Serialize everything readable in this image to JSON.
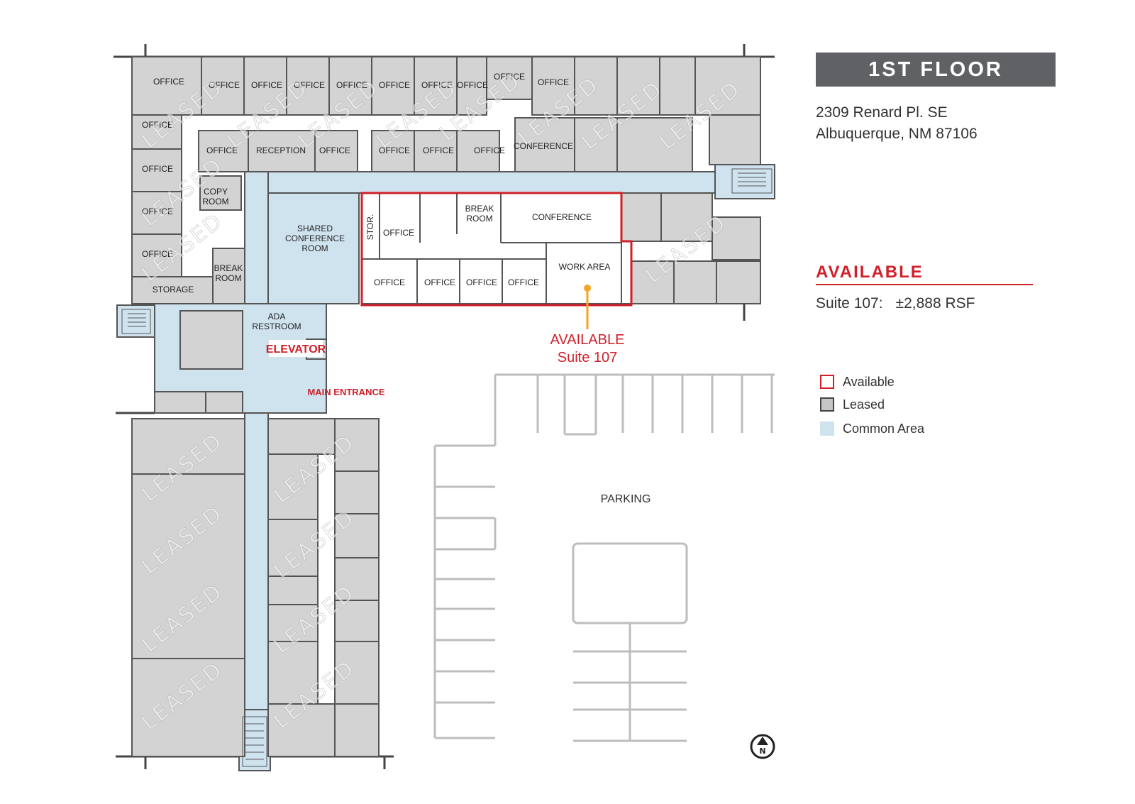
{
  "header": {
    "title": "1ST FLOOR",
    "address_line1": "2309 Renard Pl. SE",
    "address_line2": "Albuquerque, NM 87106"
  },
  "availability": {
    "heading": "AVAILABLE",
    "suite_label": "Suite 107:",
    "suite_area": "±2,888 RSF"
  },
  "legend": [
    {
      "label": "Available",
      "swatch": "#ffffff",
      "border": "#d0202a"
    },
    {
      "label": "Leased",
      "swatch": "#c6c6c6",
      "border": "#444444"
    },
    {
      "label": "Common Area",
      "swatch": "#cfe3ef",
      "border": "#cfe3ef"
    }
  ],
  "plan": {
    "watermark": "LEASED",
    "callout_line1": "AVAILABLE",
    "callout_line2": "Suite 107",
    "elevator_label": "ELEVATOR",
    "main_entrance_label": "MAIN ENTRANCE",
    "parking_label": "PARKING",
    "north_label": "N",
    "rooms": {
      "office": "OFFICE",
      "reception": "RECEPTION",
      "conference": "CONFERENCE",
      "copy_room_1": "COPY",
      "copy_room_2": "ROOM",
      "break_room_1": "BREAK",
      "break_room_2": "ROOM",
      "storage": "STORAGE",
      "shared_conf_1": "SHARED",
      "shared_conf_2": "CONFERENCE",
      "shared_conf_3": "ROOM",
      "ada_1": "ADA",
      "ada_2": "RESTROOM",
      "stor": "STOR.",
      "work_area": "WORK AREA"
    }
  },
  "colors": {
    "accent_red": "#d0202a",
    "leased_gray": "#d3d3d3",
    "common_blue": "#cfe3ef",
    "title_bar": "#5f6165"
  }
}
